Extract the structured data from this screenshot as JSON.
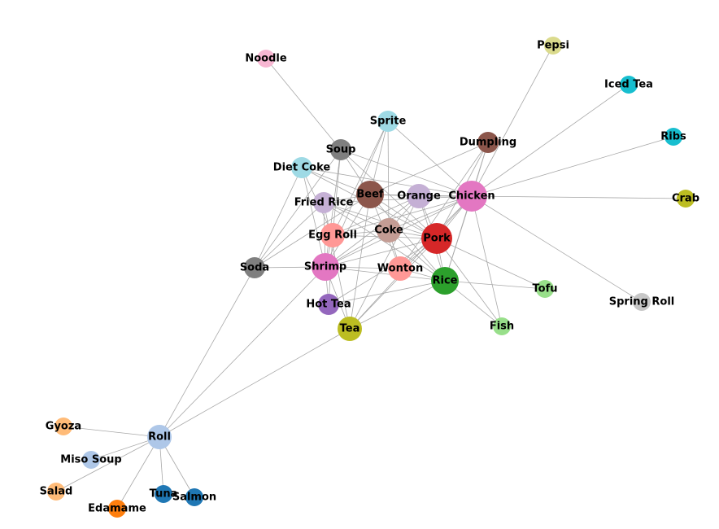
{
  "chart_data": {
    "type": "network",
    "nodes": [
      {
        "id": "Chicken",
        "label": "Chicken",
        "color": "#e377c2",
        "degree": 17
      },
      {
        "id": "Pork",
        "label": "Pork",
        "color": "#d62728",
        "degree": 16
      },
      {
        "id": "Beef",
        "label": "Beef",
        "color": "#8c564b",
        "degree": 14
      },
      {
        "id": "Shrimp",
        "label": "Shrimp",
        "color": "#e377c2",
        "degree": 14
      },
      {
        "id": "Rice",
        "label": "Rice",
        "color": "#2ca02c",
        "degree": 13
      },
      {
        "id": "Coke",
        "label": "Coke",
        "color": "#c49c94",
        "degree": 11
      },
      {
        "id": "Wonton",
        "label": "Wonton",
        "color": "#ff9896",
        "degree": 10
      },
      {
        "id": "Tea",
        "label": "Tea",
        "color": "#bcbd22",
        "degree": 10
      },
      {
        "id": "Roll",
        "label": "Roll",
        "color": "#aec7e8",
        "degree": 10
      },
      {
        "id": "Orange",
        "label": "Orange",
        "color": "#c5b0d5",
        "degree": 9
      },
      {
        "id": "Egg Roll",
        "label": "Egg Roll",
        "color": "#ff9896",
        "degree": 9
      },
      {
        "id": "Fried Rice",
        "label": "Fried Rice",
        "color": "#c5b0d5",
        "degree": 8
      },
      {
        "id": "Soup",
        "label": "Soup",
        "color": "#7f7f7f",
        "degree": 8
      },
      {
        "id": "Diet Coke",
        "label": "Diet Coke",
        "color": "#9edae5",
        "degree": 6
      },
      {
        "id": "Soda",
        "label": "Soda",
        "color": "#7f7f7f",
        "degree": 7
      },
      {
        "id": "Hot Tea",
        "label": "Hot Tea",
        "color": "#9467bd",
        "degree": 5
      },
      {
        "id": "Sprite",
        "label": "Sprite",
        "color": "#9edae5",
        "degree": 5
      },
      {
        "id": "Dumpling",
        "label": "Dumpling",
        "color": "#8c564b",
        "degree": 5
      },
      {
        "id": "Fish",
        "label": "Fish",
        "color": "#98df8a",
        "degree": 4
      },
      {
        "id": "Tofu",
        "label": "Tofu",
        "color": "#98df8a",
        "degree": 3
      },
      {
        "id": "Noodle",
        "label": "Noodle",
        "color": "#f7b6d2",
        "degree": 1
      },
      {
        "id": "Pepsi",
        "label": "Pepsi",
        "color": "#dbdb8d",
        "degree": 1
      },
      {
        "id": "Iced Tea",
        "label": "Iced Tea",
        "color": "#17becf",
        "degree": 1
      },
      {
        "id": "Ribs",
        "label": "Ribs",
        "color": "#17becf",
        "degree": 1
      },
      {
        "id": "Crab",
        "label": "Crab",
        "color": "#bcbd22",
        "degree": 1
      },
      {
        "id": "Spring Roll",
        "label": "Spring Roll",
        "color": "#c7c7c7",
        "degree": 1
      },
      {
        "id": "Gyoza",
        "label": "Gyoza",
        "color": "#ffbb78",
        "degree": 1
      },
      {
        "id": "Miso Soup",
        "label": "Miso Soup",
        "color": "#aec7e8",
        "degree": 1
      },
      {
        "id": "Salad",
        "label": "Salad",
        "color": "#ffbb78",
        "degree": 1
      },
      {
        "id": "Edamame",
        "label": "Edamame",
        "color": "#ff7f0e",
        "degree": 1
      },
      {
        "id": "Tuna",
        "label": "Tuna",
        "color": "#1f77b4",
        "degree": 1
      },
      {
        "id": "Salmon",
        "label": "Salmon",
        "color": "#1f77b4",
        "degree": 1
      }
    ],
    "edges": [
      [
        "Noodle",
        "Soup"
      ],
      [
        "Pepsi",
        "Chicken"
      ],
      [
        "Iced Tea",
        "Chicken"
      ],
      [
        "Ribs",
        "Chicken"
      ],
      [
        "Crab",
        "Chicken"
      ],
      [
        "Spring Roll",
        "Chicken"
      ],
      [
        "Soup",
        "Chicken"
      ],
      [
        "Soup",
        "Beef"
      ],
      [
        "Soup",
        "Pork"
      ],
      [
        "Soup",
        "Shrimp"
      ],
      [
        "Soup",
        "Egg Roll"
      ],
      [
        "Soup",
        "Soda"
      ],
      [
        "Sprite",
        "Beef"
      ],
      [
        "Sprite",
        "Chicken"
      ],
      [
        "Sprite",
        "Shrimp"
      ],
      [
        "Sprite",
        "Coke"
      ],
      [
        "Sprite",
        "Egg Roll"
      ],
      [
        "Dumpling",
        "Chicken"
      ],
      [
        "Dumpling",
        "Pork"
      ],
      [
        "Dumpling",
        "Beef"
      ],
      [
        "Dumpling",
        "Rice"
      ],
      [
        "Dumpling",
        "Wonton"
      ],
      [
        "Diet Coke",
        "Beef"
      ],
      [
        "Diet Coke",
        "Chicken"
      ],
      [
        "Diet Coke",
        "Pork"
      ],
      [
        "Diet Coke",
        "Shrimp"
      ],
      [
        "Diet Coke",
        "Egg Roll"
      ],
      [
        "Diet Coke",
        "Soda"
      ],
      [
        "Fried Rice",
        "Beef"
      ],
      [
        "Fried Rice",
        "Chicken"
      ],
      [
        "Fried Rice",
        "Pork"
      ],
      [
        "Fried Rice",
        "Shrimp"
      ],
      [
        "Fried Rice",
        "Coke"
      ],
      [
        "Fried Rice",
        "Soda"
      ],
      [
        "Fried Rice",
        "Tea"
      ],
      [
        "Fried Rice",
        "Rice"
      ],
      [
        "Beef",
        "Chicken"
      ],
      [
        "Beef",
        "Pork"
      ],
      [
        "Beef",
        "Shrimp"
      ],
      [
        "Beef",
        "Rice"
      ],
      [
        "Beef",
        "Wonton"
      ],
      [
        "Beef",
        "Orange"
      ],
      [
        "Beef",
        "Soda"
      ],
      [
        "Beef",
        "Tea"
      ],
      [
        "Orange",
        "Chicken"
      ],
      [
        "Orange",
        "Pork"
      ],
      [
        "Orange",
        "Shrimp"
      ],
      [
        "Orange",
        "Rice"
      ],
      [
        "Orange",
        "Egg Roll"
      ],
      [
        "Orange",
        "Coke"
      ],
      [
        "Orange",
        "Tea"
      ],
      [
        "Chicken",
        "Pork"
      ],
      [
        "Chicken",
        "Rice"
      ],
      [
        "Chicken",
        "Coke"
      ],
      [
        "Chicken",
        "Shrimp"
      ],
      [
        "Chicken",
        "Tea"
      ],
      [
        "Chicken",
        "Fish"
      ],
      [
        "Chicken",
        "Egg Roll"
      ],
      [
        "Chicken",
        "Wonton"
      ],
      [
        "Egg Roll",
        "Pork"
      ],
      [
        "Egg Roll",
        "Shrimp"
      ],
      [
        "Egg Roll",
        "Hot Tea"
      ],
      [
        "Coke",
        "Pork"
      ],
      [
        "Coke",
        "Shrimp"
      ],
      [
        "Coke",
        "Rice"
      ],
      [
        "Coke",
        "Wonton"
      ],
      [
        "Coke",
        "Egg Roll"
      ],
      [
        "Pork",
        "Rice"
      ],
      [
        "Pork",
        "Shrimp"
      ],
      [
        "Pork",
        "Wonton"
      ],
      [
        "Pork",
        "Tofu"
      ],
      [
        "Pork",
        "Fish"
      ],
      [
        "Pork",
        "Tea"
      ],
      [
        "Pork",
        "Hot Tea"
      ],
      [
        "Shrimp",
        "Rice"
      ],
      [
        "Shrimp",
        "Wonton"
      ],
      [
        "Shrimp",
        "Soda"
      ],
      [
        "Shrimp",
        "Hot Tea"
      ],
      [
        "Shrimp",
        "Tea"
      ],
      [
        "Shrimp",
        "Roll"
      ],
      [
        "Wonton",
        "Rice"
      ],
      [
        "Rice",
        "Tofu"
      ],
      [
        "Rice",
        "Fish"
      ],
      [
        "Rice",
        "Tea"
      ],
      [
        "Rice",
        "Hot Tea"
      ],
      [
        "Soda",
        "Roll"
      ],
      [
        "Tea",
        "Roll"
      ],
      [
        "Roll",
        "Gyoza"
      ],
      [
        "Roll",
        "Miso Soup"
      ],
      [
        "Roll",
        "Salad"
      ],
      [
        "Roll",
        "Edamame"
      ],
      [
        "Roll",
        "Tuna"
      ],
      [
        "Roll",
        "Salmon"
      ]
    ]
  }
}
